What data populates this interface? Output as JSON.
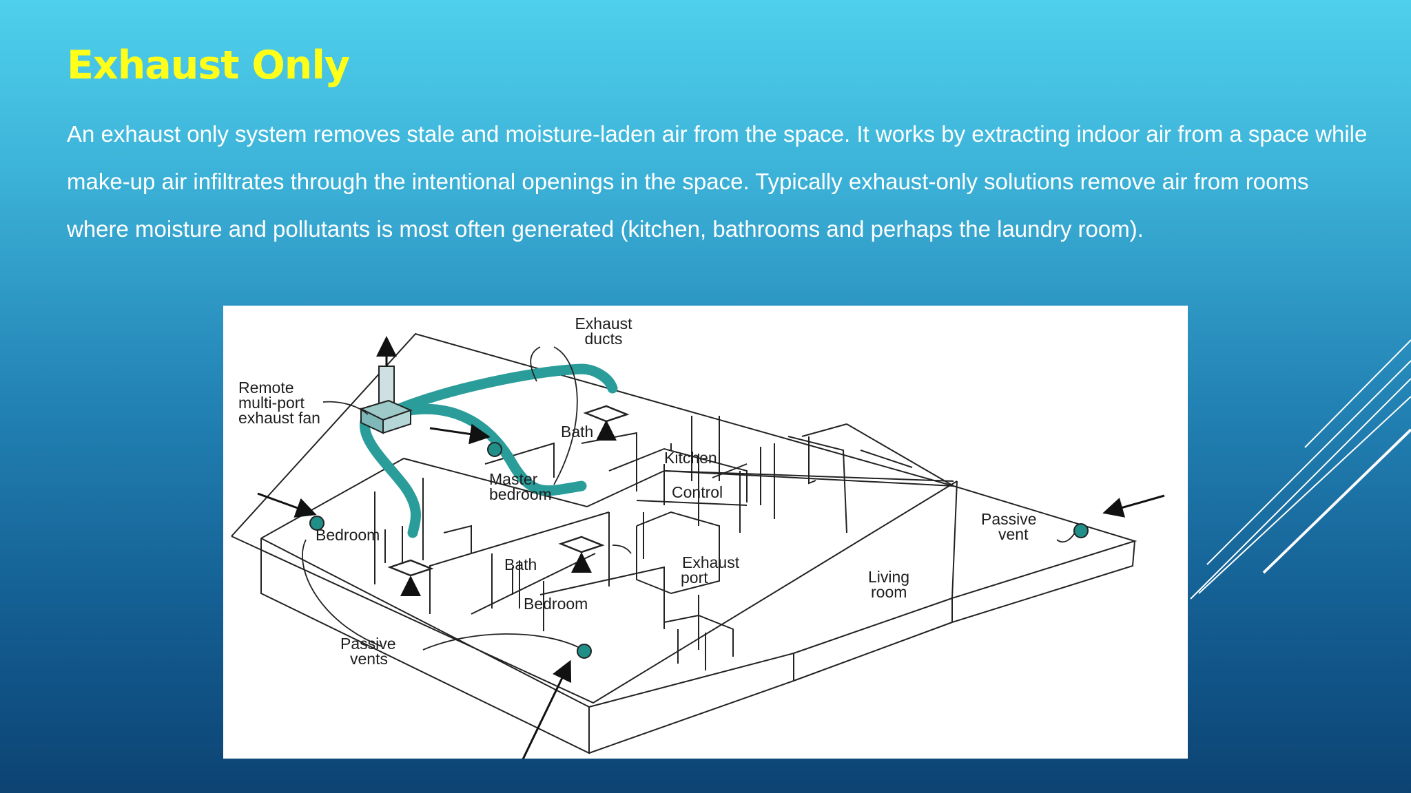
{
  "slide": {
    "title": "Exhaust Only",
    "body": "An exhaust only system removes stale and moisture-laden air from the space. It works by extracting indoor air from a space while make-up air infiltrates through the intentional openings in the space.  Typically exhaust-only solutions remove air from rooms where moisture and pollutants is most often generated (kitchen, bathrooms and perhaps the laundry room).",
    "title_color": "#ffff1a"
  },
  "diagram": {
    "labels": {
      "exhaust_ducts_1": "Exhaust",
      "exhaust_ducts_2": "ducts",
      "fan_1": "Remote",
      "fan_2": "multi-port",
      "fan_3": "exhaust fan",
      "bath_top": "Bath",
      "kitchen": "Kitchen",
      "master_1": "Master",
      "master_2": "bedroom",
      "control": "Control",
      "bedroom_left": "Bedroom",
      "passive_vent_1": "Passive",
      "passive_vent_2": "vent",
      "exhaust_port_1": "Exhaust",
      "exhaust_port_2": "port",
      "bath_bottom": "Bath",
      "living_1": "Living",
      "living_2": "room",
      "bedroom_bottom": "Bedroom",
      "passive_vents_1": "Passive",
      "passive_vents_2": "vents"
    },
    "duct_color": "#2a9d9a"
  }
}
